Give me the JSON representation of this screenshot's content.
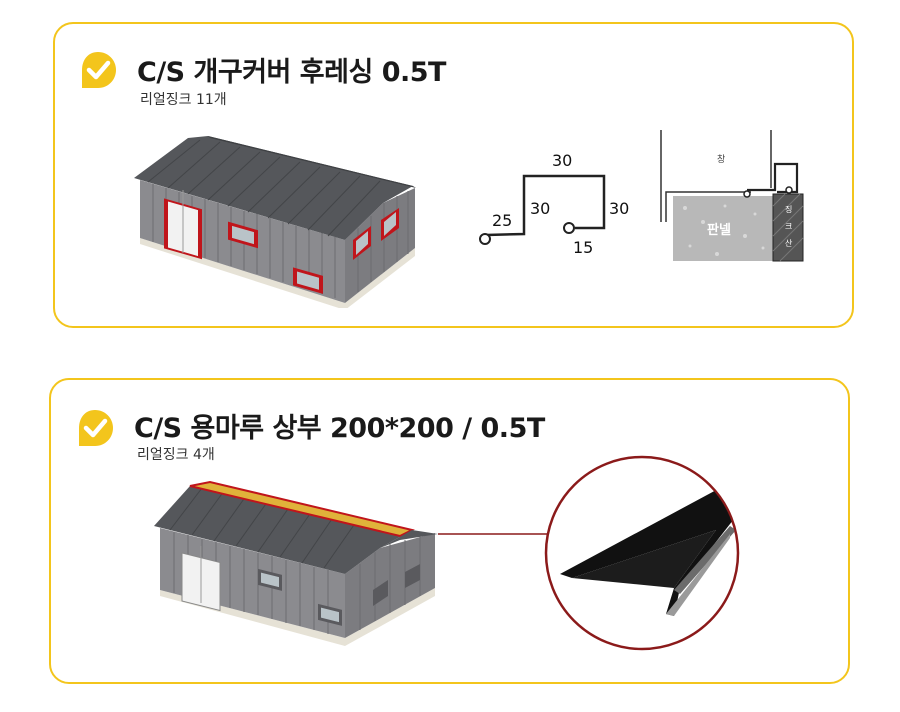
{
  "section1": {
    "title": "C/S 개구커버 후레싱 0.5T",
    "subtitle": "리얼징크 11개",
    "profile_dims": {
      "top": "30",
      "left": "30",
      "right": "30",
      "lip": "25",
      "hook": "15"
    },
    "detail_labels": {
      "window": "창",
      "panel": "판넬",
      "zinc": [
        "징",
        "크",
        "산"
      ]
    }
  },
  "section2": {
    "title": "C/S 용마루 상부 200*200 / 0.5T",
    "subtitle": "리얼징크 4개"
  },
  "colors": {
    "accent": "#f3c51c",
    "highlight": "#c0151b",
    "wall": "#8a8a8e",
    "roof": "#55575b"
  }
}
